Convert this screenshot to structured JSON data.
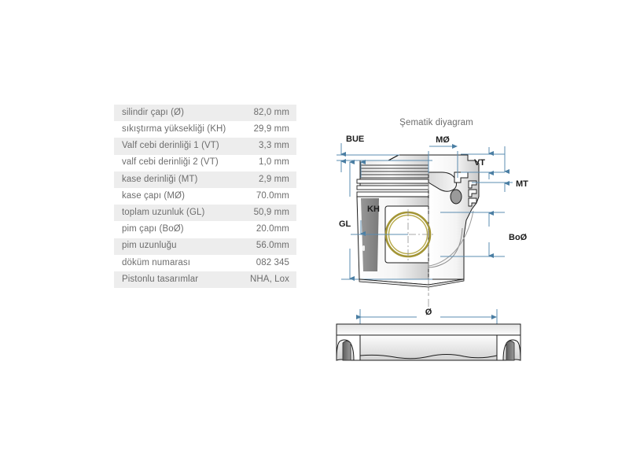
{
  "spec_table": {
    "name": "piston-specification-table",
    "rows": [
      {
        "key": "silindir çapı (Ø)",
        "value": "82,0 mm"
      },
      {
        "key": "sıkıştırma yüksekliği (KH)",
        "value": "29,9 mm"
      },
      {
        "key": "Valf cebi derinliği 1 (VT)",
        "value": "3,3 mm"
      },
      {
        "key": "valf cebi derinliği 2 (VT)",
        "value": "1,0 mm"
      },
      {
        "key": "kase derinliği (MT)",
        "value": "2,9 mm"
      },
      {
        "key": "kase çapı (MØ)",
        "value": "70.0mm"
      },
      {
        "key": "toplam uzunluk (GL)",
        "value": "50,9 mm"
      },
      {
        "key": "pim çapı (BoØ)",
        "value": "20.0mm"
      },
      {
        "key": "pim uzunluğu",
        "value": "56.0mm"
      },
      {
        "key": "döküm numarası",
        "value": "082 345"
      },
      {
        "key": "Pistonlu tasarımlar",
        "value": "NHA, Lox"
      }
    ]
  },
  "diagram": {
    "title": "Şematik diyagram",
    "dimension_labels": {
      "bue": "BUE",
      "mo": "MØ",
      "vt": "VT",
      "mt": "MT",
      "kh": "KH",
      "gl": "GL",
      "bo": "BoØ",
      "diameter": "Ø"
    }
  },
  "colors": {
    "page_background": "#ffffff",
    "table_row_odd": "#ededed",
    "table_row_even": "#ffffff",
    "table_text": "#6d6d6d",
    "dimension_line": "#5b8cb0",
    "outline": "#1c1c1c",
    "pin_bore_ring": "#a39535",
    "skirt_shade": "#7a7a7a",
    "body_light": "#f2f2f2",
    "body_mid": "#d8d8d8"
  }
}
